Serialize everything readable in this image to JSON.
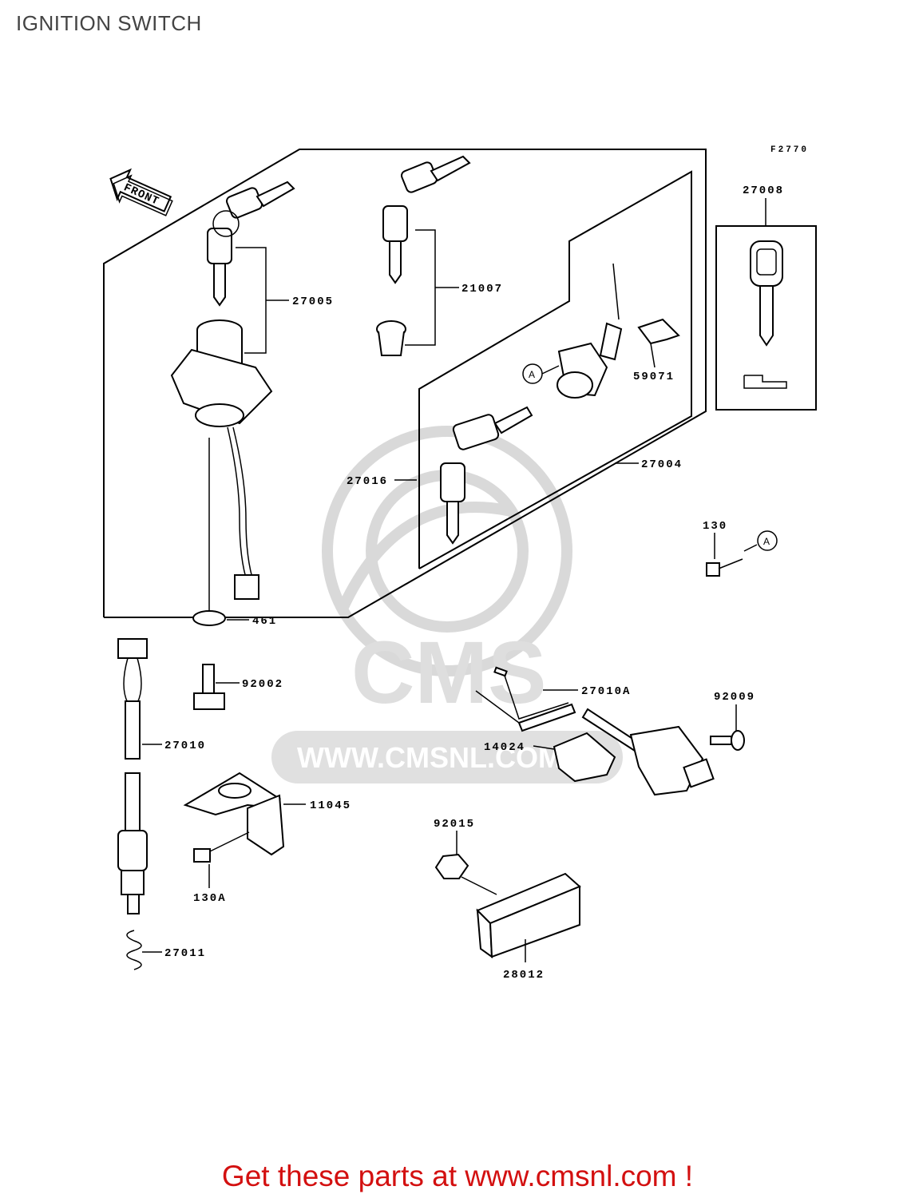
{
  "page_title": "IGNITION SWITCH",
  "figure_code": "F2770",
  "front_arrow_label": "FRONT",
  "ref_marker": "A",
  "watermark": {
    "brand": "CMS",
    "url": "WWW.CMSNL.COM"
  },
  "part_labels": [
    {
      "id": "27008",
      "text": "27008"
    },
    {
      "id": "21007",
      "text": "21007"
    },
    {
      "id": "27005",
      "text": "27005"
    },
    {
      "id": "59071",
      "text": "59071"
    },
    {
      "id": "27004",
      "text": "27004"
    },
    {
      "id": "27016",
      "text": "27016"
    },
    {
      "id": "130",
      "text": "130"
    },
    {
      "id": "461",
      "text": "461"
    },
    {
      "id": "92002",
      "text": "92002"
    },
    {
      "id": "27010A",
      "text": "27010A"
    },
    {
      "id": "92009",
      "text": "92009"
    },
    {
      "id": "27010",
      "text": "27010"
    },
    {
      "id": "14024",
      "text": "14024"
    },
    {
      "id": "11045",
      "text": "11045"
    },
    {
      "id": "92015",
      "text": "92015"
    },
    {
      "id": "130A",
      "text": "130A"
    },
    {
      "id": "27011",
      "text": "27011"
    },
    {
      "id": "28012",
      "text": "28012"
    }
  ],
  "footer_cta": "Get these parts at www.cmsnl.com !",
  "colors": {
    "cta": "#d31010",
    "title": "#444444",
    "watermark": "#d9d9d9"
  }
}
